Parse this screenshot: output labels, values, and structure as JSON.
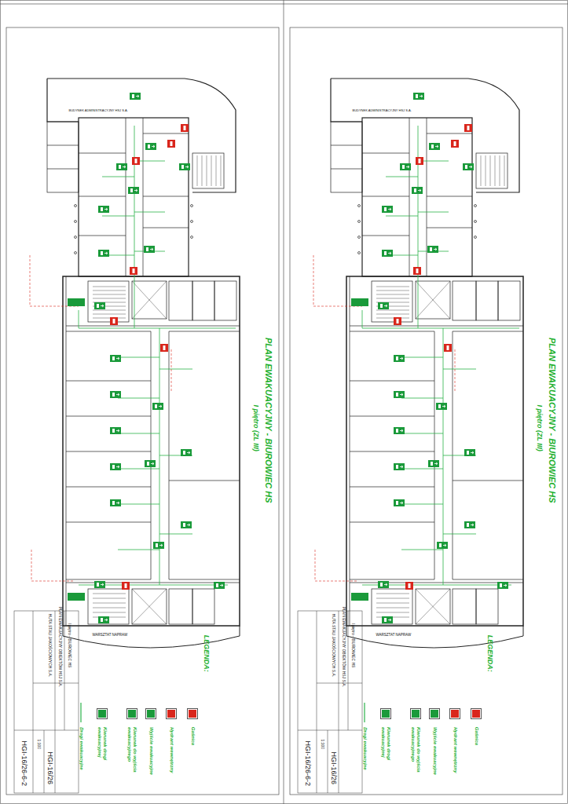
{
  "diagram": {
    "title": "PLAN EWAKUACYJNY - BIUROWIEC HS",
    "labels": [
      "I piętro (ZL III)",
      "BUDYNEK ADMINISTRACYJNY HSJ S.A.",
      "WARSZTAT NAPRAW",
      "HUTA STALI JAKOŚCIOWYCH S.A.",
      "PLAN EWAKUACYJNY OBIEKTÓW HSJ S.A.",
      "I piętro - BIUROWIEC HS",
      "HGI-16/26",
      "HGI-16/26-6-2",
      "1:100",
      "PLAN EWAKUACYJNY - BIUROWIEC HS",
      "I piętro (ZL III)",
      "BUDYNEK ADMINISTRACYJNY HSJ S.A.",
      "WARSZTAT NAPRAW",
      "HUTA STALI JAKOŚCIOWYCH S.A.",
      "PLAN EWAKUACYJNY OBIEKTÓW HSJ S.A.",
      "I piętro - BIUROWIEC HS",
      "HGI-16/26",
      "HGI-16/26-6-2",
      "1:100",
      "LEGENDA:",
      "LEGENDA:"
    ],
    "legend": [
      {
        "text": "Gaśnica",
        "color": "#d9261c"
      },
      {
        "text": "Hydrant wewnętrzny",
        "color": "#d9261c"
      },
      {
        "text": "Wyjście ewakuacyjne",
        "color": "#1a9a3a"
      },
      {
        "text": "Kierunek do wyjścia ewakuacyjnego",
        "color": "#1a9a3a"
      },
      {
        "text": "Kierunek drogi ewakuacyjnej",
        "color": "#1a9a3a"
      },
      {
        "text": "Drogi ewakuacyjne"
      },
      {
        "text": "Gaśnica",
        "color": "#d9261c"
      },
      {
        "text": "Hydrant wewnętrzny",
        "color": "#d9261c"
      },
      {
        "text": "Wyjście ewakuacyjne",
        "color": "#1a9a3a"
      },
      {
        "text": "Kierunek do wyjścia ewakuacyjnego",
        "color": "#1a9a3a"
      },
      {
        "text": "Kierunek drogi ewakuacyjnej",
        "color": "#1a9a3a"
      },
      {
        "text": "Drogi ewakuacyjne"
      }
    ]
  }
}
